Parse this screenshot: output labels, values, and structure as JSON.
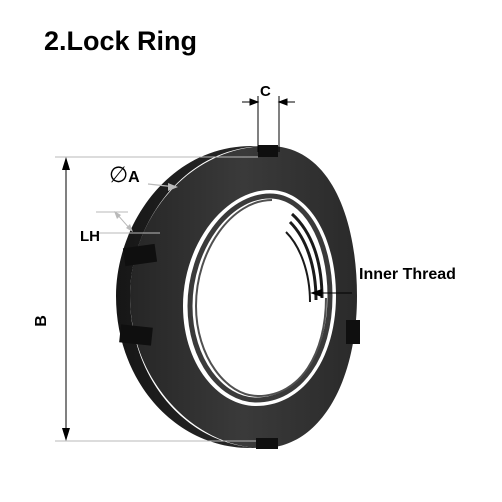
{
  "title": "2.Lock Ring",
  "labels": {
    "c": "C",
    "a": "A",
    "diameter_symbol": "∅",
    "lh": "LH",
    "b": "B",
    "inner_thread": "Inner Thread"
  },
  "colors": {
    "ring_face": "#2e2e2e",
    "ring_edge": "#1e1e1e",
    "ring_dark": "#141414",
    "dim_line": "#000000",
    "leader_line": "#b9b9b9"
  }
}
